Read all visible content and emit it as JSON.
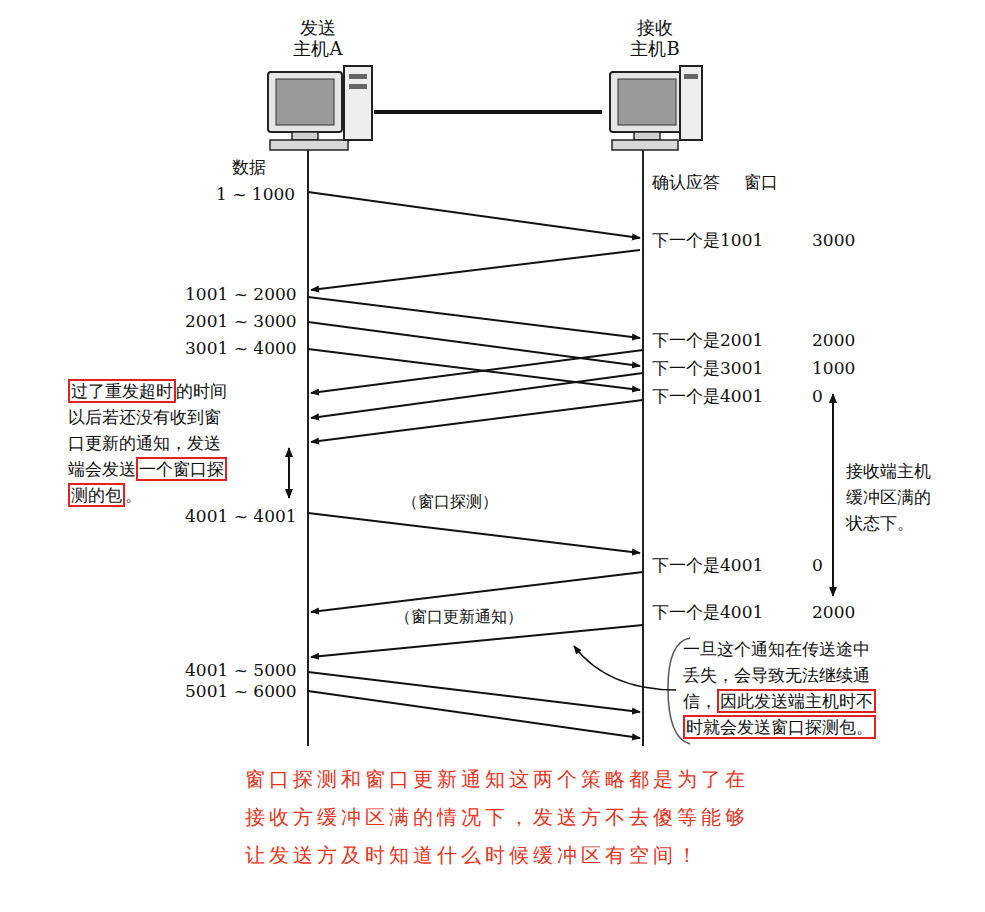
{
  "diagram": {
    "caption": "窗口探测和窗口更新通知这两个策略都是为了在接收方缓冲区满的情况下，发送方不去傻等能够让发送方及时知道什么时候缓冲区有空间！",
    "nodes": [
      {
        "text": [
          "发送 主机A"
        ]
      },
      {
        "text": [
          "接收 主机B"
        ]
      }
    ],
    "edges": [
      {
        "from": 0,
        "to": 1,
        "arrow": "none"
      }
    ],
    "labels": [
      "数据",
      "1 ~ 1000",
      "确认应答",
      "窗口",
      "下一个是1001",
      "3000",
      "1001 ~ 2000",
      "2001 ~ 3000",
      "3001 ~ 4000",
      "下一个是2001",
      "2000",
      "下一个是3001",
      "1000",
      "下一个是4001",
      "0",
      "过了重发超时",
      "的时间以后若还没有收到窗口更新的通知，发送端会发送",
      "一个窗口探测的包",
      "。",
      "接收端主机 缓冲区满的 状态下。",
      "4001 ~ 4001",
      "（窗口探测）",
      "下一个是4001",
      "0",
      "（窗口更新通知）",
      "下一个是4001",
      "2000",
      "一旦这个通知在传送途中丢失，会导致无法继续通信，",
      "因此发送端主机时不时就会发送窗口探测包。",
      "4001 ~ 5000",
      "5001 ~ 6000"
    ]
  }
}
